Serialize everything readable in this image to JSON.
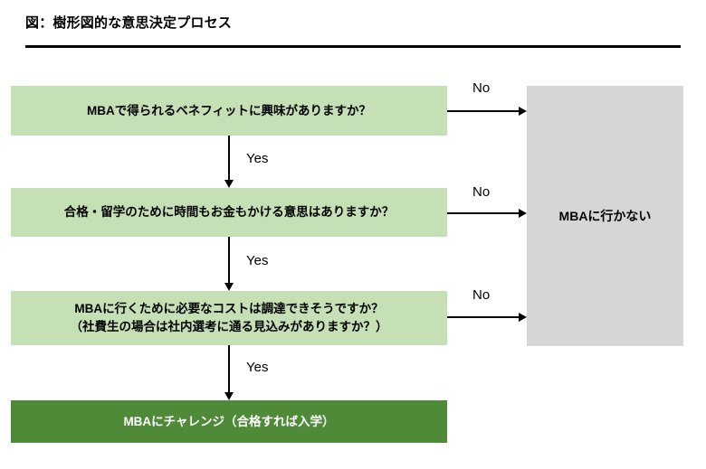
{
  "figure": {
    "title": "図：樹形図的な意思決定プロセス"
  },
  "nodes": {
    "q1": {
      "label": "MBAで得られるベネフィットに興味がありますか？",
      "type": "decision",
      "color": "#C5E0B4"
    },
    "q2": {
      "label": "合格・留学のために時間もお金もかける意思はありますか？",
      "type": "decision",
      "color": "#C5E0B4"
    },
    "q3": {
      "line1": "MBAに行くために必要なコストは調達できそうですか？",
      "line2": "（社費生の場合は社内選考に通る見込みがありますか？）",
      "type": "decision",
      "color": "#C5E0B4"
    },
    "go": {
      "label": "MBAにチャレンジ（合格すれば入学）",
      "type": "terminal",
      "color": "#4F8A38",
      "text_color": "#FFFFFF"
    },
    "no": {
      "label": "MBAに行かない",
      "type": "terminal",
      "color": "#D6D6D6"
    }
  },
  "edges": {
    "yes1": {
      "label": "Yes",
      "from": "q1",
      "to": "q2"
    },
    "yes2": {
      "label": "Yes",
      "from": "q2",
      "to": "q3"
    },
    "yes3": {
      "label": "Yes",
      "from": "q3",
      "to": "go"
    },
    "no1": {
      "label": "No",
      "from": "q1",
      "to": "no"
    },
    "no2": {
      "label": "No",
      "from": "q2",
      "to": "no"
    },
    "no3": {
      "label": "No",
      "from": "q3",
      "to": "no"
    }
  }
}
